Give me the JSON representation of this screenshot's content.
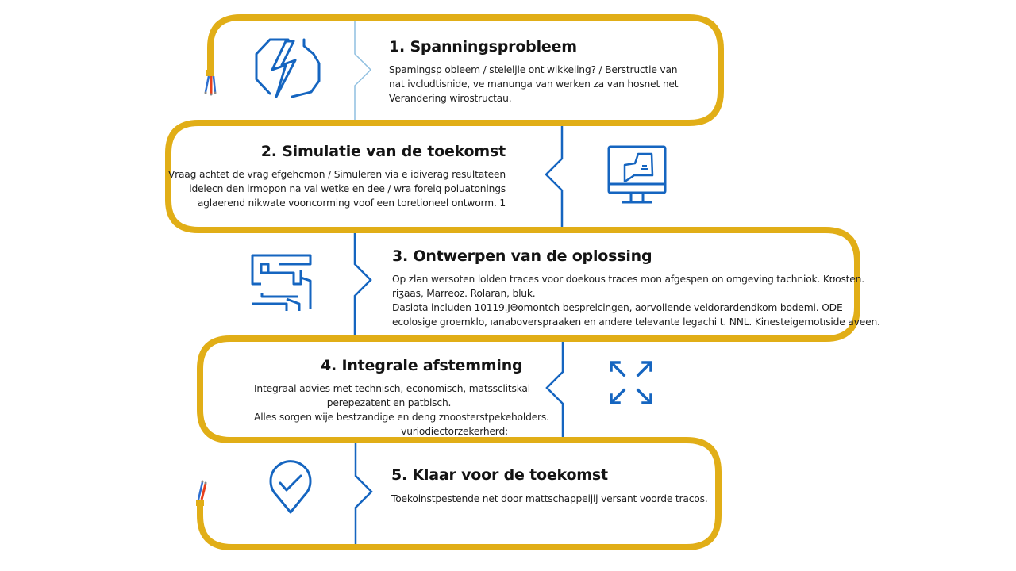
{
  "colors": {
    "cable": "#E1AE17",
    "icon_blue": "#1565C0",
    "divider_light": "#8FBFE0",
    "wire_red": "#E8401C",
    "wire_blue": "#2E6FD0"
  },
  "steps": [
    {
      "number": 1,
      "title": "1. Spanningsprobleem",
      "icon": "lightning-bolt-icon",
      "body": [
        "Spamingsp obleem / steleljle ont wikkeling? / Berstructie van",
        "nat ivcludtisnide, ve manunga van werken za van hosnet net",
        "Verandering wirostructau."
      ]
    },
    {
      "number": 2,
      "title": "2. Simulatie van de toekomst",
      "icon": "computer-monitor-icon",
      "body": [
        "Vraag achtet de vrag efgehcmon / Simuleren via e idiverag resultateen",
        "idelecn den irmopon na val wetke en dee / wra foreiq poluatonings",
        "aglaerend nikwate vooncorming voof een toretioneel ontworm. 1"
      ]
    },
    {
      "number": 3,
      "title": "3. Ontwerpen van de oplossing",
      "icon": "route-layout-icon",
      "body": [
        "Op zlən wersoten lolden traces voor doekous traces mon afgespen on omgeving tachniok. Kʊosten.",
        "riʒaas, Marreoz. Rolaran, bluk.",
        "Dasiota includen 10119.JΘomontch besprelcingen, aorvollende veldorardendkom bodemi. ODE",
        "ecolosige groemklo, ıanaboverspraaken en andere televante legachi t. NNL. Kinesteigemotıside aveen."
      ]
    },
    {
      "number": 4,
      "title": "4. Integrale afstemming",
      "icon": "expand-arrows-icon",
      "body": [
        "Integraal advies met technisch, economisch, matssclitskal",
        "perepezatent en patbisch.",
        "Alles sorgen wije bestzandige en deng znoosterstpekeholders.",
        "vuriodiectorzekerherd:"
      ]
    },
    {
      "number": 5,
      "title": "5. Klaar voor de toekomst",
      "icon": "location-check-icon",
      "body": [
        "Toekoinstpestende net door mattschappeijij versant voorde tracos."
      ]
    }
  ]
}
